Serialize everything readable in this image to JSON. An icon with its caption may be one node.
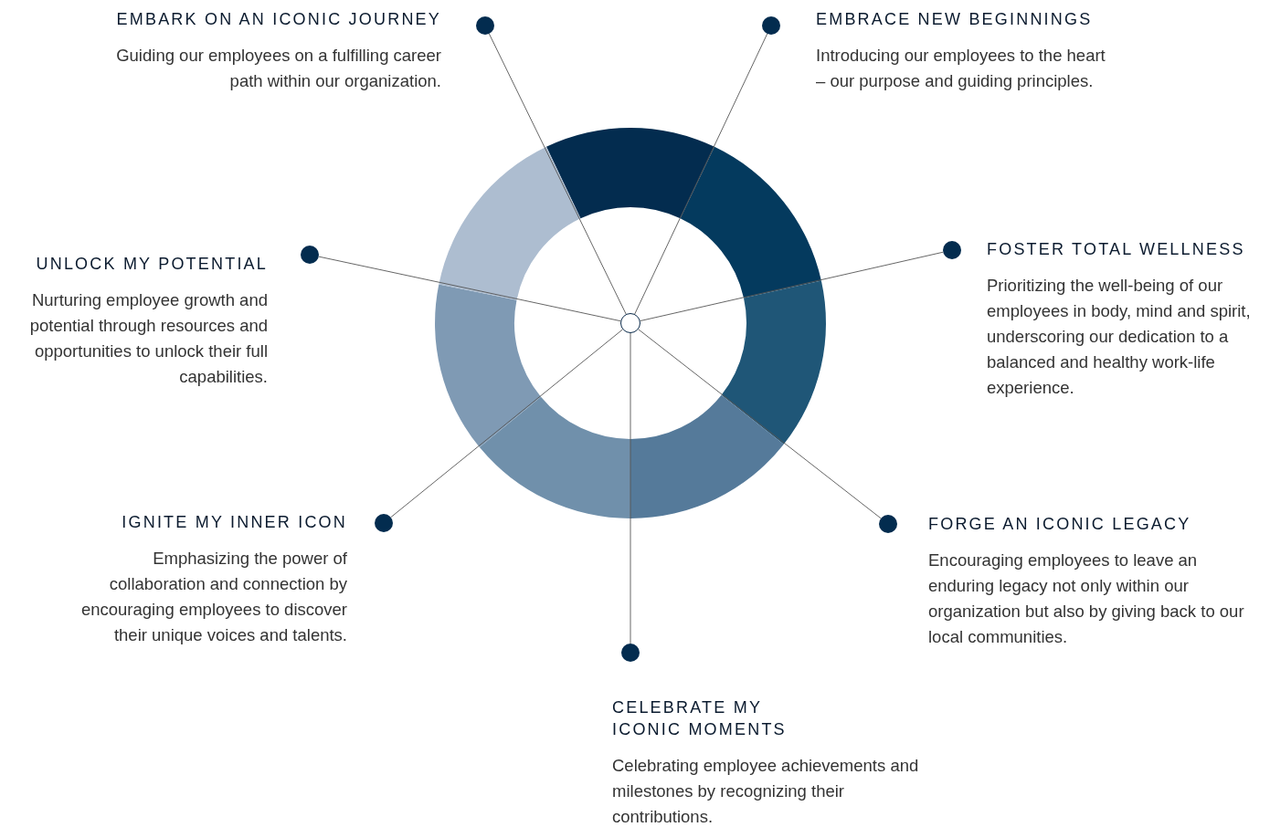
{
  "diagram": {
    "nodes": [
      {
        "text": [],
        "shape": "circle"
      },
      {
        "text": [],
        "shape": "circle",
        "beside": [
          "EMBARK ON AN ICONIC JOURNEY",
          "Guiding our employees on a fulfilling career path within our organization."
        ]
      },
      {
        "text": [],
        "shape": "circle",
        "beside": [
          "EMBRACE NEW BEGINNINGS",
          "Introducing our employees to the heart – our purpose and guiding principles."
        ]
      },
      {
        "text": [],
        "shape": "circle",
        "beside": [
          "FOSTER TOTAL WELLNESS",
          "Prioritizing the well-being of our employees in body, mind and spirit, underscoring our dedication to a balanced and healthy work-life experience."
        ]
      },
      {
        "text": [],
        "shape": "circle",
        "beside": [
          "FORGE AN ICONIC LEGACY",
          "Encouraging employees to leave an enduring legacy not only within our organization but also by giving back to our local communities."
        ]
      },
      {
        "text": [],
        "shape": "circle",
        "beside": [
          "CELEBRATE MY ICONIC MOMENTS",
          "Celebrating employee achievements and milestones by recognizing their contributions."
        ]
      },
      {
        "text": [],
        "shape": "circle",
        "beside": [
          "IGNITE MY INNER ICON",
          "Emphasizing the power of collaboration and connection by encouraging employees to discover their unique voices and talents."
        ]
      },
      {
        "text": [],
        "shape": "circle",
        "beside": [
          "UNLOCK MY POTENTIAL",
          "Nurturing employee growth and potential through resources and opportunities to unlock their full capabilities."
        ]
      }
    ],
    "edges": [
      {
        "from": 0,
        "to": 1,
        "arrow": "none"
      },
      {
        "from": 0,
        "to": 2,
        "arrow": "none"
      },
      {
        "from": 0,
        "to": 3,
        "arrow": "none"
      },
      {
        "from": 0,
        "to": 4,
        "arrow": "none"
      },
      {
        "from": 0,
        "to": 5,
        "arrow": "none"
      },
      {
        "from": 0,
        "to": 6,
        "arrow": "none"
      },
      {
        "from": 0,
        "to": 7,
        "arrow": "none"
      }
    ]
  }
}
